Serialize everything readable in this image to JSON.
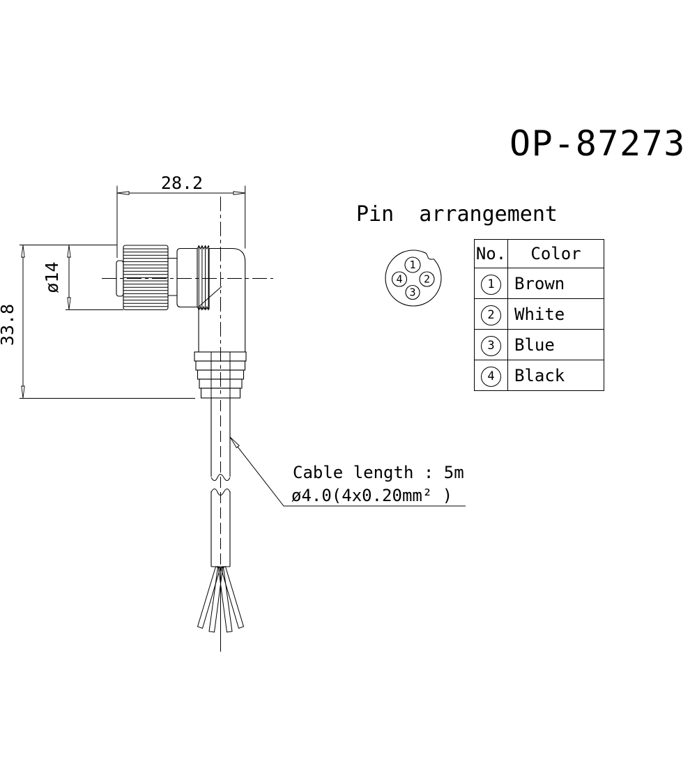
{
  "title": "OP-87273",
  "pin_arrangement": {
    "label": "Pin  arrangement",
    "pins": [
      {
        "label": "1",
        "position": "top"
      },
      {
        "label": "2",
        "position": "right"
      },
      {
        "label": "3",
        "position": "bottom"
      },
      {
        "label": "4",
        "position": "left"
      }
    ]
  },
  "table": {
    "headers": {
      "no": "No.",
      "color": "Color"
    },
    "rows": [
      {
        "no": "1",
        "color": "Brown"
      },
      {
        "no": "2",
        "color": "White"
      },
      {
        "no": "3",
        "color": "Blue"
      },
      {
        "no": "4",
        "color": "Black"
      }
    ]
  },
  "dimensions": {
    "overall_width": "28.2",
    "connector_diameter": "ø14",
    "overall_height": "33.8"
  },
  "cable_note": {
    "line1": "Cable length : 5m",
    "line2": "ø4.0(4x0.20mm² )"
  },
  "colors": {
    "line": "#000000",
    "background": "#ffffff"
  }
}
